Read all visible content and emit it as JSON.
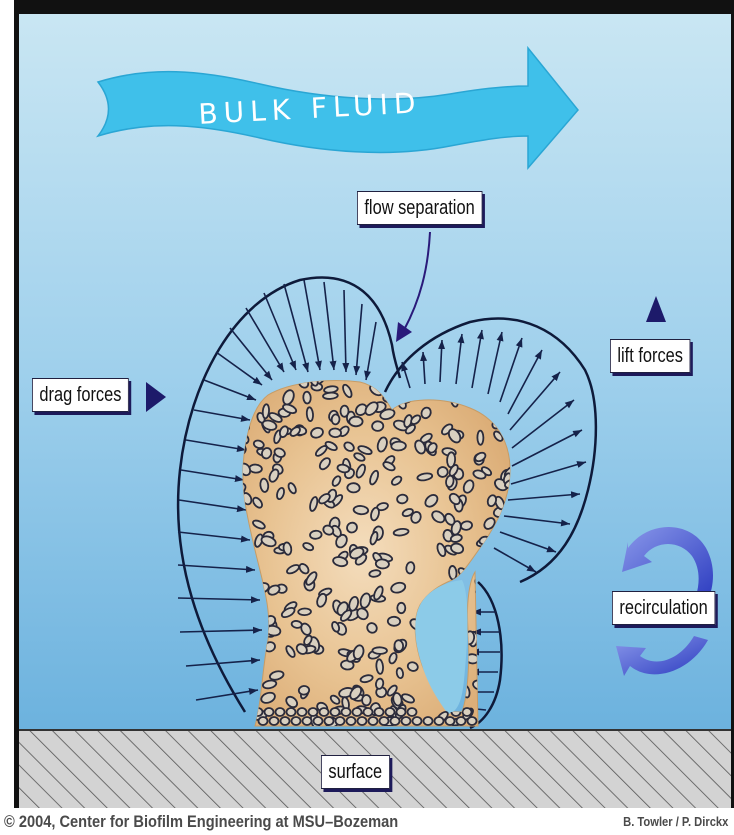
{
  "title": "BULK FLUID",
  "labels": {
    "flow_separation": "flow separation",
    "lift_forces": "lift forces",
    "drag_forces": "drag forces",
    "recirculation": "recirculation",
    "surface": "surface"
  },
  "footer": {
    "copyright": "© 2004, Center for Biofilm Engineering at MSU–Bozeman",
    "credits": "B. Towler / P. Dirckx"
  },
  "colors": {
    "fluid_top": "#c6e4f2",
    "fluid_bottom": "#6fb4de",
    "bulk_arrow": "#3fc0ea",
    "biofilm": "#e9c79c",
    "label_shadow": "#1d1a5a",
    "recirculation_arrow": "#3b4fd0",
    "surface_hatch": "#555555",
    "force_arrows": "#15224a"
  }
}
